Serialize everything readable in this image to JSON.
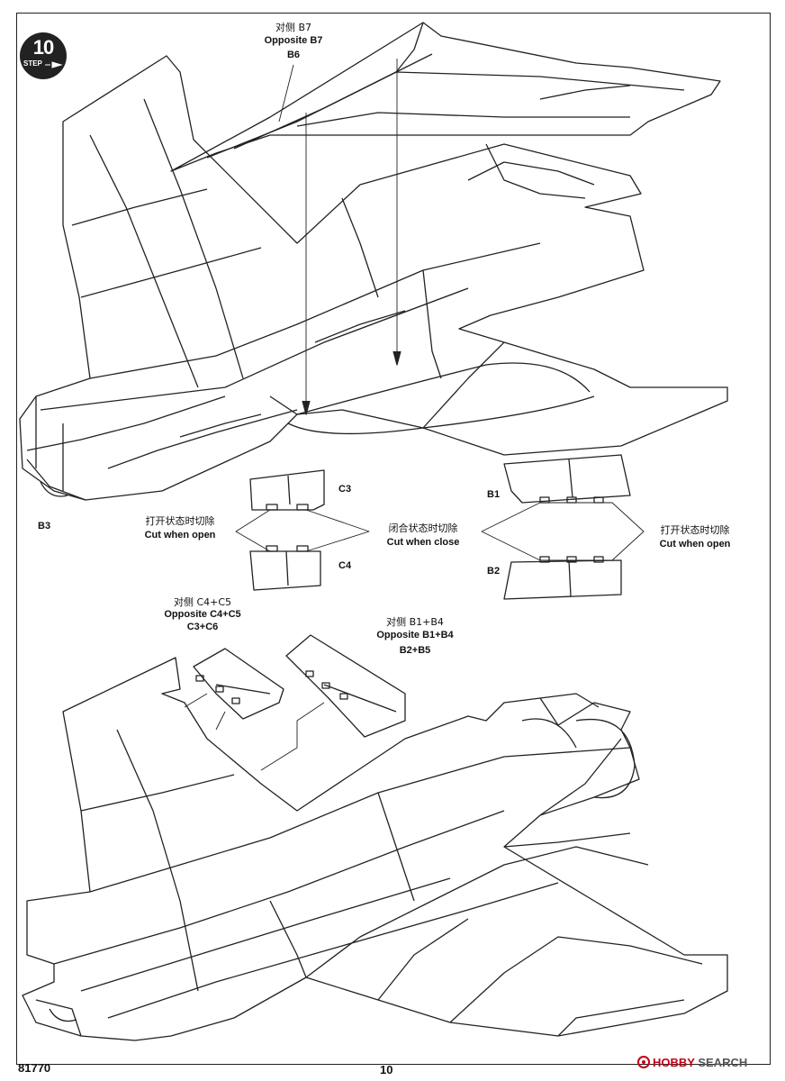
{
  "step": {
    "number": "10",
    "word": "STEP"
  },
  "top_callout": {
    "cn": "对侧 B7",
    "en": "Opposite B7",
    "part": "B6"
  },
  "part_b3": "B3",
  "flap_c": {
    "upper_part": "C3",
    "lower_part": "C4",
    "open_cn": "打开状态时切除",
    "open_en": "Cut  when open"
  },
  "flap_close": {
    "cn": "闭合状态时切除",
    "en": "Cut  when close"
  },
  "flap_b": {
    "upper_part": "B1",
    "lower_part": "B2",
    "open_cn": "打开状态时切除",
    "open_en": "Cut  when open"
  },
  "callout_c": {
    "cn": "对侧 C4+C5",
    "en": "Opposite C4+C5",
    "part": "C3+C6"
  },
  "callout_b": {
    "cn": "对侧 B1+B4",
    "en": "Opposite B1+B4",
    "part": "B2+B5"
  },
  "footer": {
    "kit_number": "81770",
    "page_number": "10"
  },
  "watermark": {
    "brand": "HOBBY",
    "search": "SEARCH"
  }
}
